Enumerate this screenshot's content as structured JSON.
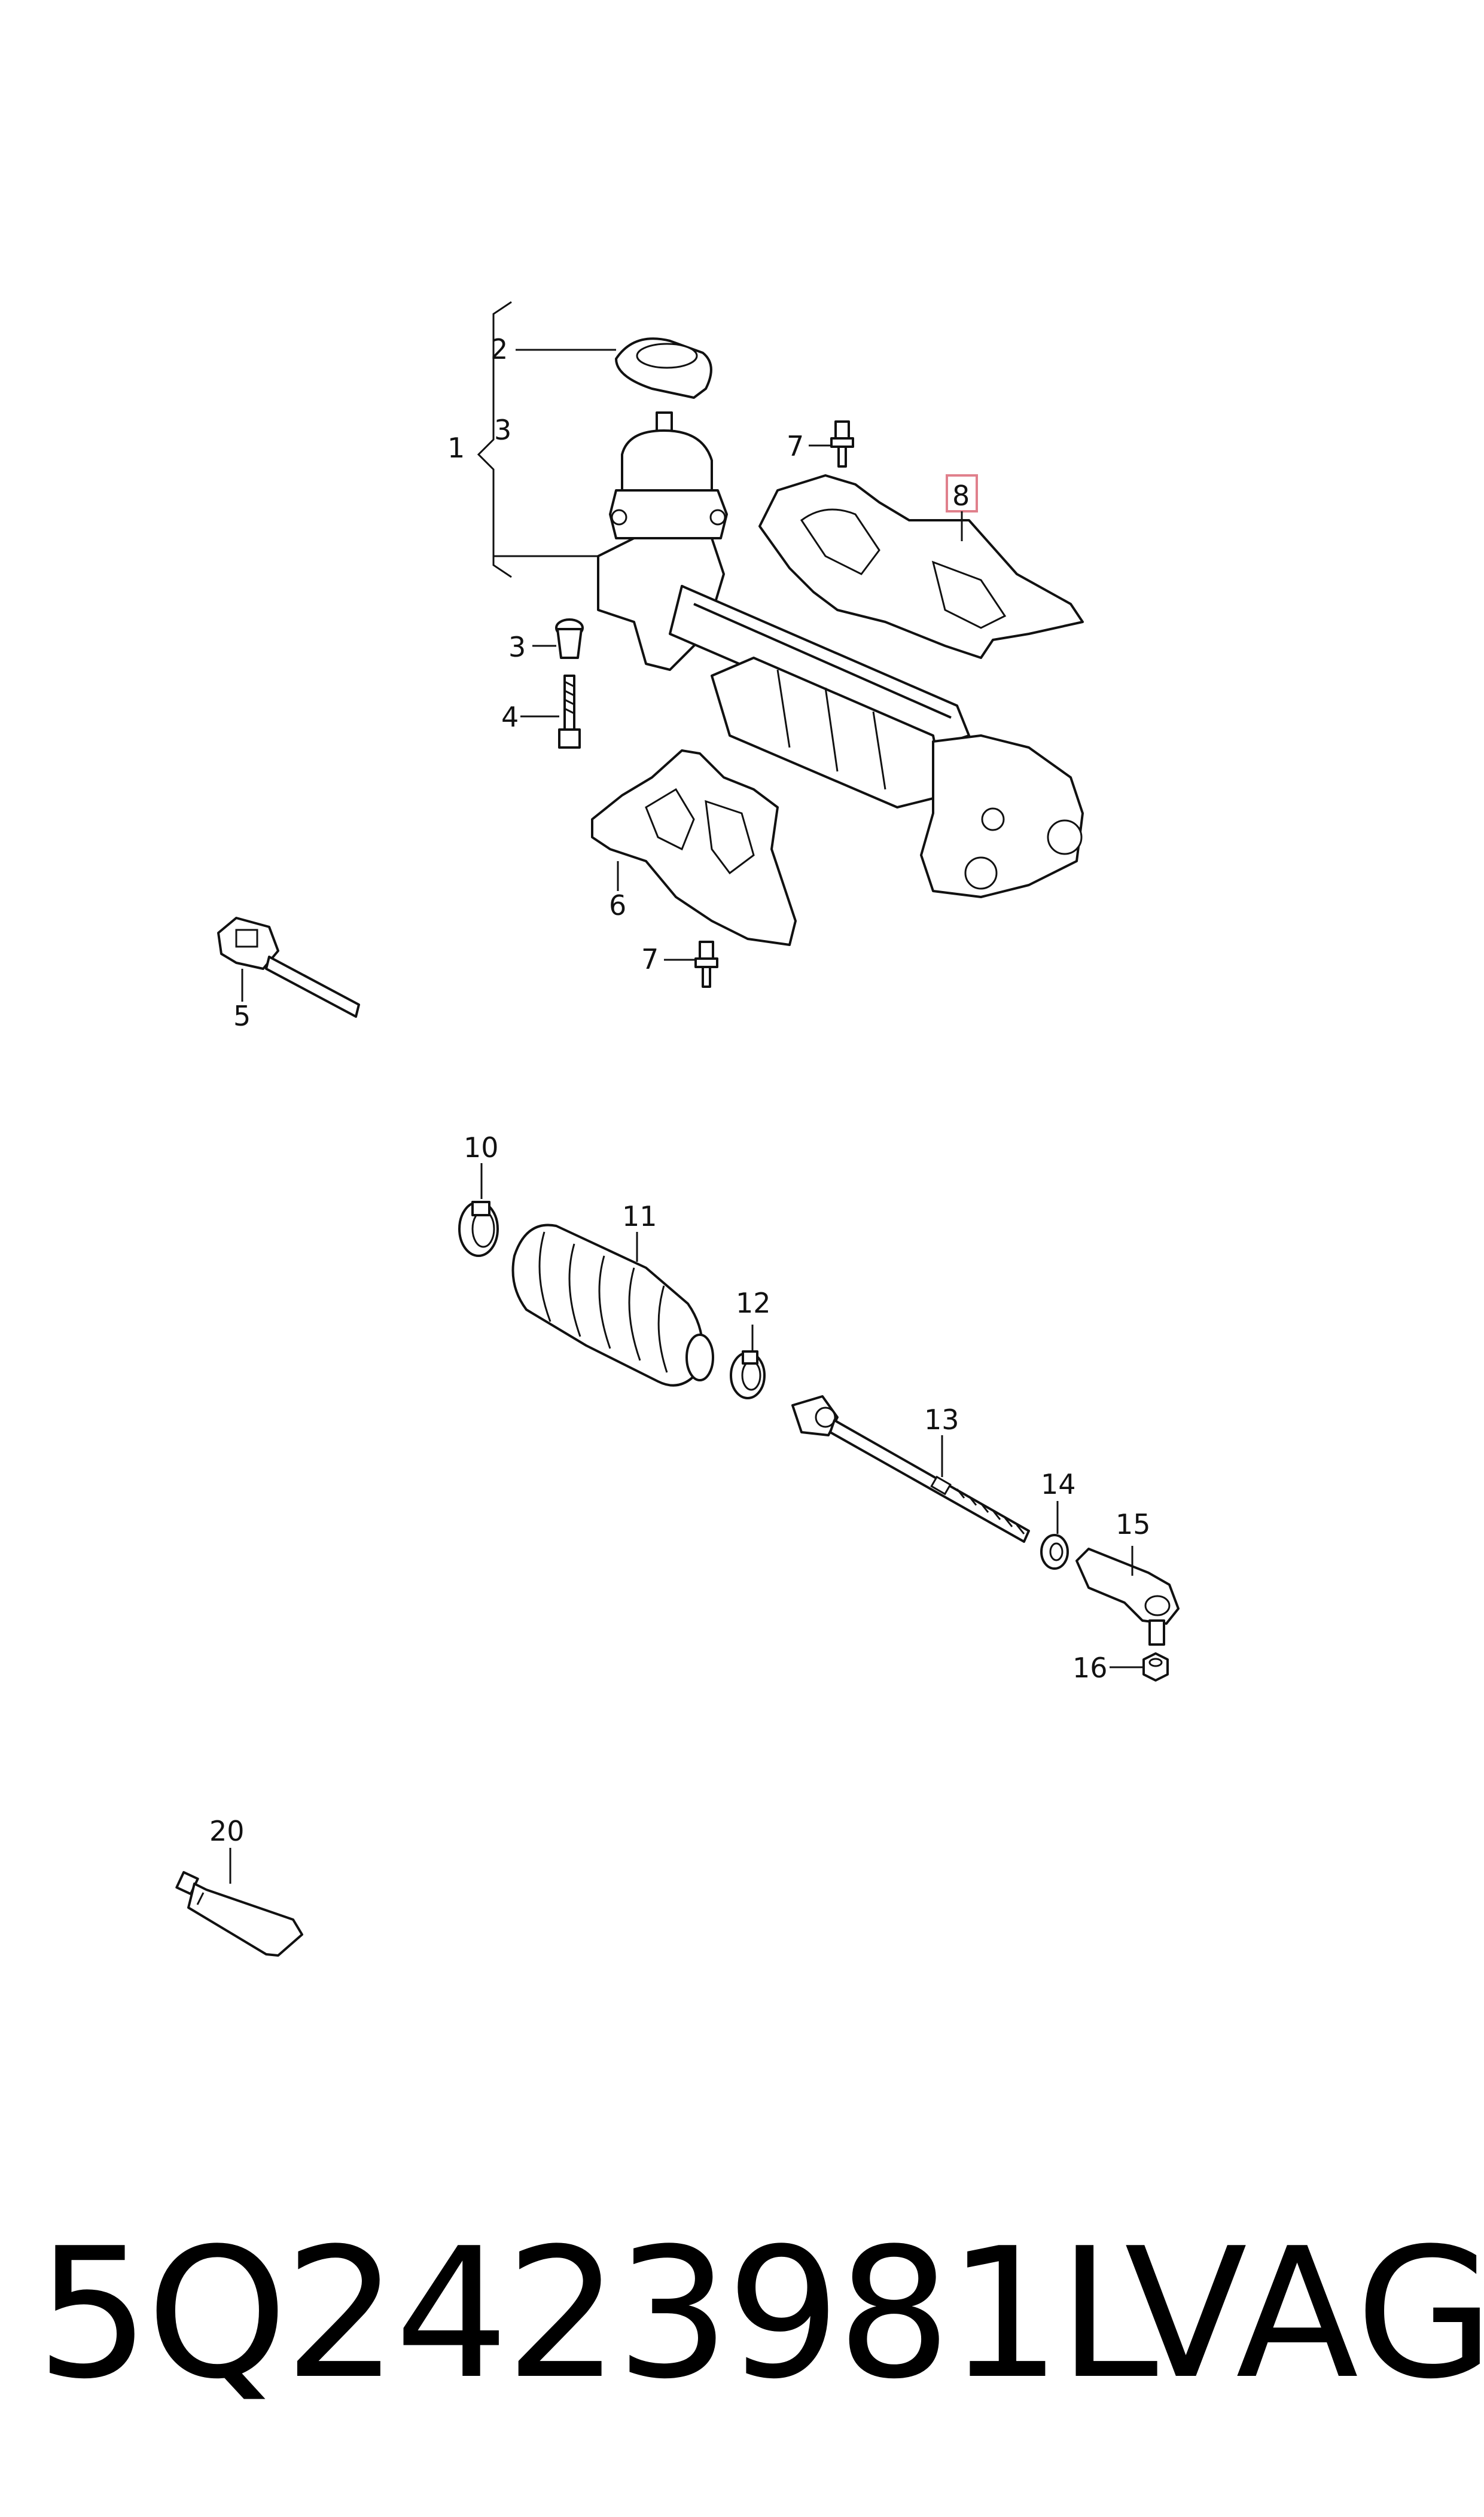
{
  "callouts": {
    "c1": "1",
    "c2": "2",
    "c3a": "3",
    "c3b": "3",
    "c4": "4",
    "c5": "5",
    "c6": "6",
    "c7a": "7",
    "c7b": "7",
    "c8": "8",
    "c10": "10",
    "c11": "11",
    "c12": "12",
    "c13": "13",
    "c14": "14",
    "c15": "15",
    "c16": "16",
    "c20": "20"
  },
  "highlight_color": "#e0808c",
  "footer": {
    "part_number": "5Q2423981L",
    "brand": "VAG"
  }
}
